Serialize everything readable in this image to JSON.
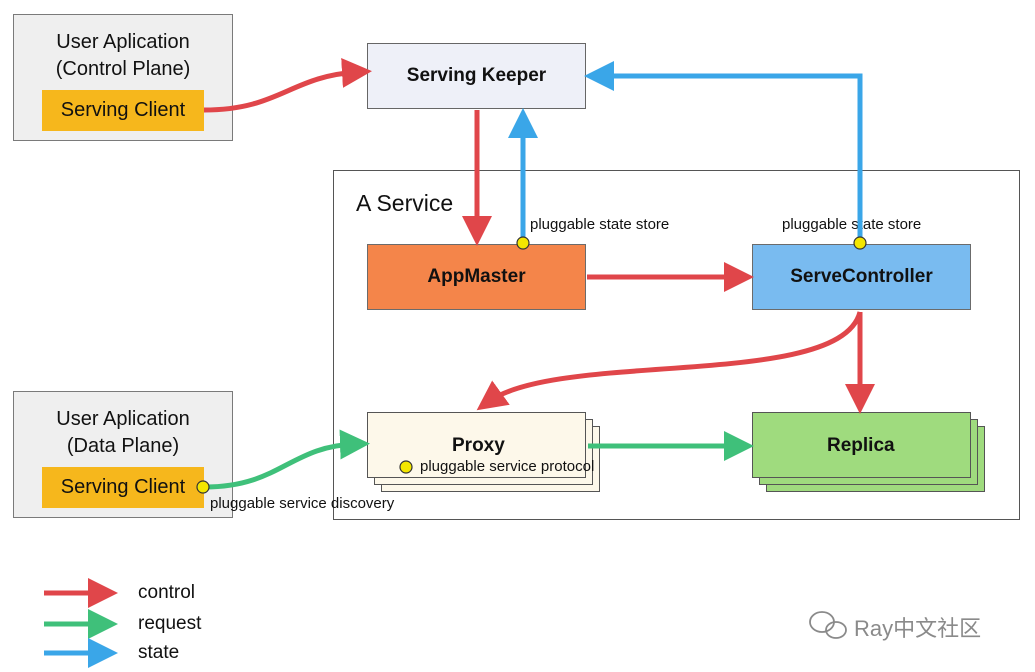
{
  "colors": {
    "control": "#e0464a",
    "request": "#3fc07a",
    "state": "#3aa6e8",
    "dot": "#f3e600"
  },
  "user_control": {
    "line1": "User Aplication",
    "line2": "(Control Plane)",
    "client": "Serving Client"
  },
  "user_data": {
    "line1": "User Aplication",
    "line2": "(Data Plane)",
    "client": "Serving Client"
  },
  "serving_keeper": "Serving Keeper",
  "service": {
    "title": "A Service",
    "appmaster": "AppMaster",
    "servecontroller": "ServeController",
    "proxy": "Proxy",
    "replica": "Replica"
  },
  "annotations": {
    "appmaster_store": "pluggable state store",
    "servectl_store": "pluggable state store",
    "proxy_protocol": "pluggable service protocol",
    "discovery": "pluggable service discovery"
  },
  "legend": [
    {
      "label": "control",
      "color": "#e0464a",
      "icon": "arrow-right-icon"
    },
    {
      "label": "request",
      "color": "#3fc07a",
      "icon": "arrow-right-icon"
    },
    {
      "label": "state",
      "color": "#3aa6e8",
      "icon": "arrow-right-icon"
    }
  ],
  "watermark": "Ray中文社区"
}
